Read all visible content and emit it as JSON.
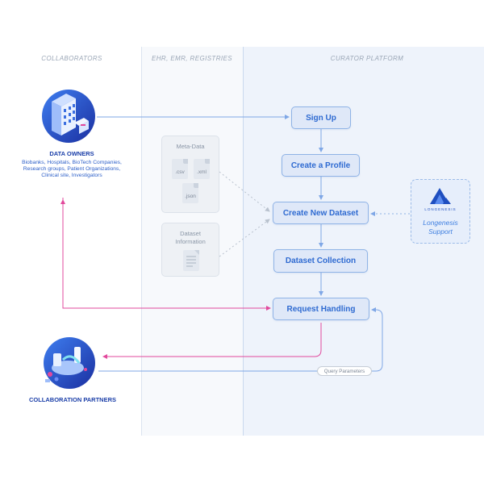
{
  "columns": {
    "collaborators": "COLLABORATORS",
    "registries": "EHR, EMR, REGISTRIES",
    "curator": "CURATOR PLATFORM"
  },
  "actors": {
    "data_owners": {
      "title": "DATA OWNERS",
      "description": "Biobanks, Hospitals, BioTech Companies, Research groups, Patient Organizations, Clinical site, Investigators"
    },
    "partners": {
      "title": "COLLABORATION PARTNERS"
    }
  },
  "steps": {
    "sign_up": "Sign Up",
    "create_profile": "Create a Profile",
    "create_dataset": "Create New Dataset",
    "dataset_collection": "Dataset Collection",
    "request_handling": "Request Handling"
  },
  "sources": {
    "metadata": {
      "title": "Meta-Data",
      "files": [
        ".csv",
        ".xml",
        ".json"
      ]
    },
    "dataset_info": {
      "title": "Dataset Information"
    }
  },
  "support": {
    "logo_text": "LONGENESIS",
    "label_line1": "Longenesis",
    "label_line2": "Support"
  },
  "connector_label": "Query Parameters",
  "colors": {
    "flow_blue": "#7fa7e6",
    "request_pink": "#e2489c",
    "box_fill": "#dfe8f8",
    "text_blue": "#2e6ad1",
    "dark_blue": "#1a3ea8"
  }
}
